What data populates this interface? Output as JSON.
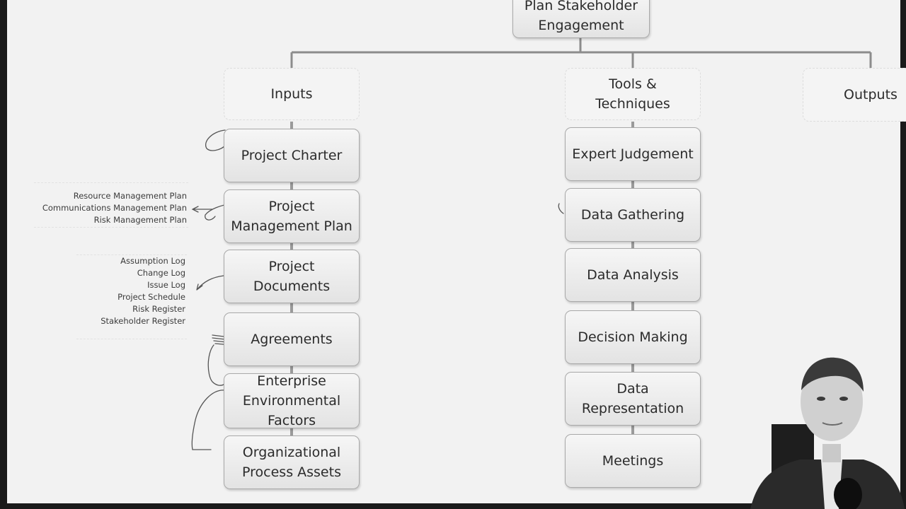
{
  "root": {
    "label": "Plan Stakeholder\nEngagement"
  },
  "columns": {
    "inputs": {
      "header": "Inputs",
      "items": [
        "Project Charter",
        "Project\nManagement Plan",
        "Project\nDocuments",
        "Agreements",
        "Enterprise\nEnvironmental\nFactors",
        "Organizational\nProcess Assets"
      ]
    },
    "tools": {
      "header": "Tools &\nTechniques",
      "items": [
        "Expert Judgement",
        "Data Gathering",
        "Data Analysis",
        "Decision Making",
        "Data\nRepresentation",
        "Meetings"
      ]
    },
    "outputs": {
      "header": "Outputs"
    }
  },
  "annotations": {
    "management_plan_parts": [
      "Resource Management Plan",
      "Communications Management Plan",
      "Risk Management Plan"
    ],
    "project_documents": [
      "Assumption Log",
      "Change Log",
      "Issue Log",
      "Project Schedule",
      "Risk Register",
      "Stakeholder Register"
    ]
  },
  "colors": {
    "connector": "#8c8c8c",
    "box_border": "#a9a9a9",
    "ink": "#555555",
    "frame": "#1a1a1a"
  }
}
